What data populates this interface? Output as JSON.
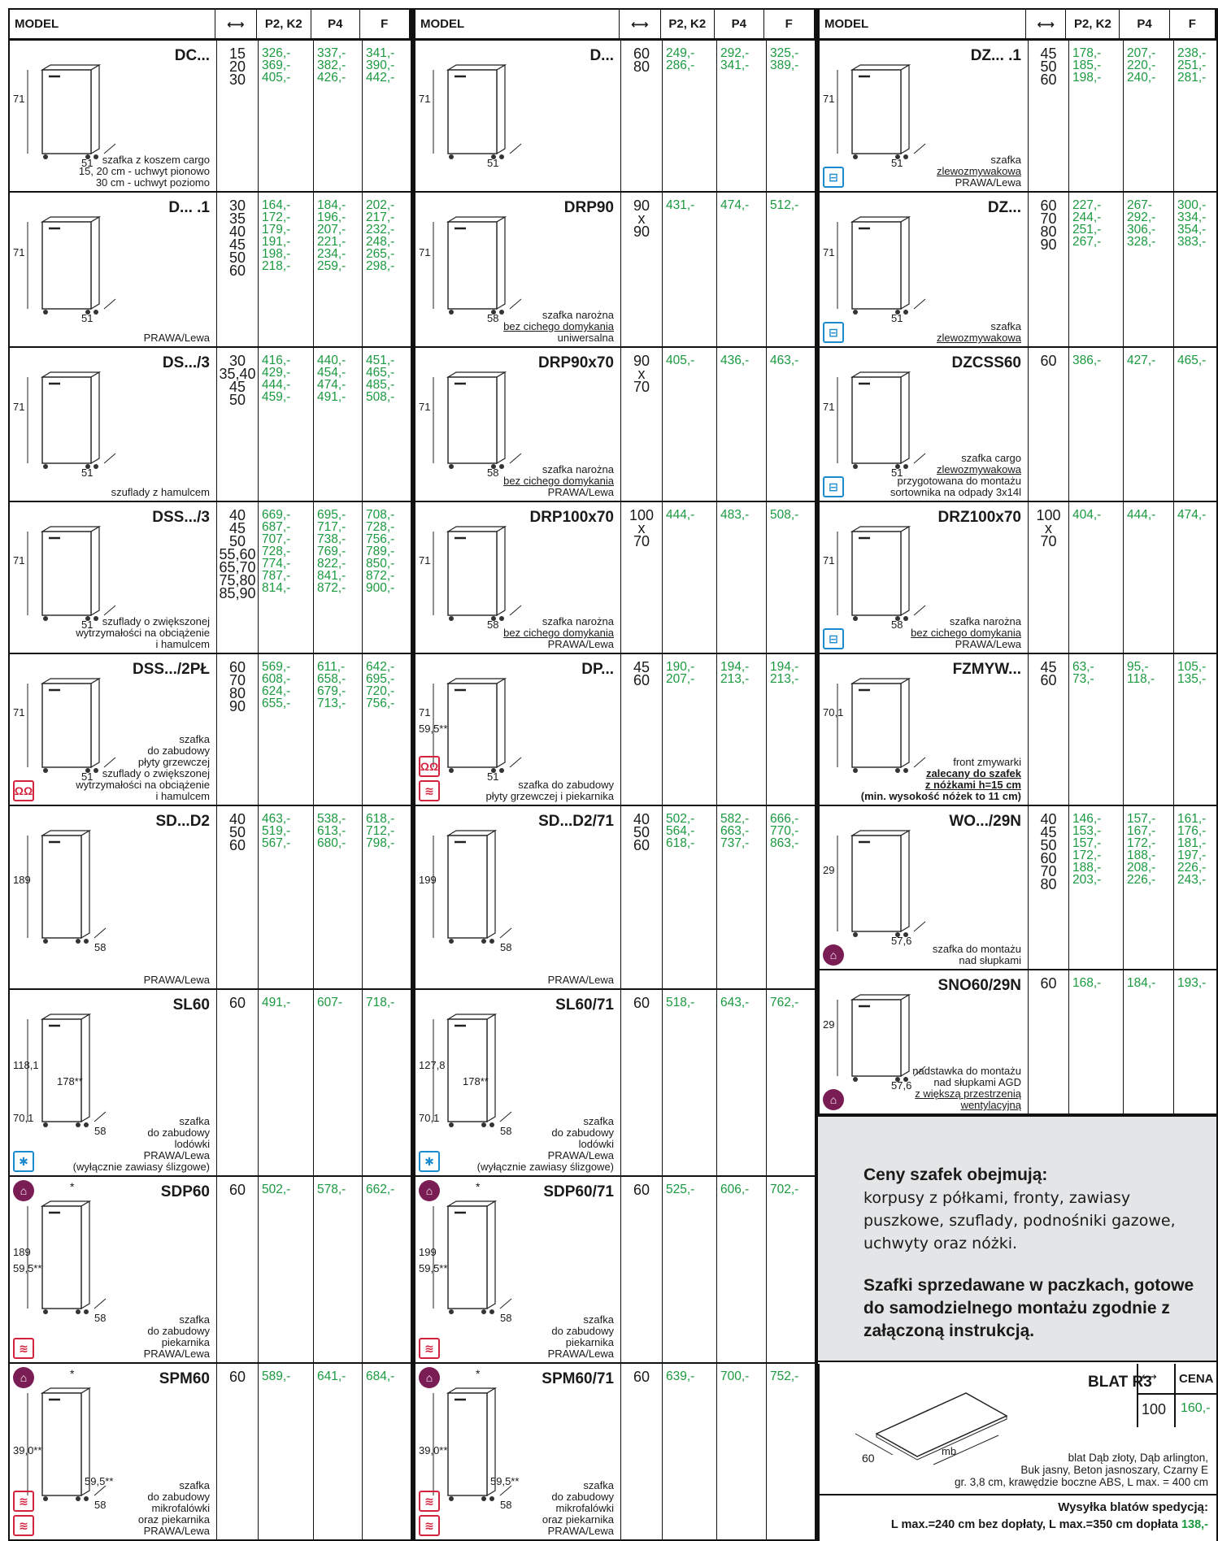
{
  "header": {
    "model": "MODEL",
    "width_icon": "width-arrows-icon",
    "price1": "P2, K2",
    "price2": "P4",
    "price3": "F"
  },
  "col1": [
    {
      "name": "DC...",
      "sizes": "15\n20\n30",
      "p1": "326,-\n369,-\n405,-",
      "p2": "337,-\n382,-\n426,-",
      "p3": "341,-\n390,-\n442,-",
      "dim_h": "71",
      "dim_d": "51",
      "desc": [
        "szafka z koszem cargo",
        "15, 20 cm - uchwyt pionowo",
        "30 cm - uchwyt poziomo"
      ]
    },
    {
      "name": "D... .1",
      "sizes": "30\n35\n40\n45\n50\n60",
      "p1": "164,-\n172,-\n179,-\n191,-\n198,-\n218,-",
      "p2": "184,-\n196,-\n207,-\n221,-\n234,-\n259,-",
      "p3": "202,-\n217,-\n232,-\n248,-\n265,-\n298,-",
      "dim_h": "71",
      "dim_d": "51",
      "desc": [
        "PRAWA/Lewa"
      ]
    },
    {
      "name": "DS.../3",
      "sizes": "30\n35,40\n45\n50",
      "p1": "416,-\n429,-\n444,-\n459,-",
      "p2": "440,-\n454,-\n474,-\n491,-",
      "p3": "451,-\n465,-\n485,-\n508,-",
      "dim_h": "71",
      "dim_d": "51",
      "desc": [
        "szuflady z hamulcem"
      ]
    },
    {
      "name": "DSS.../3",
      "sizes": "40\n45\n50\n55,60\n65,70\n75,80\n85,90",
      "p1": "669,-\n687,-\n707,-\n728,-\n774,-\n787,-\n814,-",
      "p2": "695,-\n717,-\n738,-\n769,-\n822,-\n841,-\n872,-",
      "p3": "708,-\n728,-\n756,-\n789,-\n850,-\n872,-\n900,-",
      "dim_h": "71",
      "dim_d": "51",
      "desc": [
        "szuflady o zwiększonej",
        "wytrzymałości na obciążenie",
        "i hamulcem"
      ]
    },
    {
      "name": "DSS.../2PŁ",
      "sizes": "60\n70\n80\n90",
      "p1": "569,-\n608,-\n624,-\n655,-",
      "p2": "611,-\n658,-\n679,-\n713,-",
      "p3": "642,-\n695,-\n720,-\n756,-",
      "dim_h": "71",
      "dim_d": "51",
      "desc": [
        "szafka",
        "do zabudowy",
        "płyty grzewczej",
        "szuflady o zwiększonej",
        "wytrzymałości na obciążenie",
        "i hamulcem"
      ]
    },
    {
      "name": "SD...D2",
      "sizes": "40\n50\n60",
      "p1": "463,-\n519,-\n567,-",
      "p2": "538,-\n613,-\n680,-",
      "p3": "618,-\n712,-\n798,-",
      "dim_h": "189",
      "dim_d": "58",
      "desc": [
        "PRAWA/Lewa"
      ]
    },
    {
      "name": "SL60",
      "sizes": "60",
      "p1": "491,-",
      "p2": "607-",
      "p3": "718,-",
      "dim_h": "118,1",
      "dim_h2": "70,1",
      "dim_m": "178**",
      "dim_d": "58",
      "desc": [
        "szafka",
        "do zabudowy",
        "lodówki",
        "PRAWA/Lewa",
        "(wyłącznie zawiasy ślizgowe)"
      ]
    },
    {
      "name": "SDP60",
      "sizes": "60",
      "p1": "502,-",
      "p2": "578,-",
      "p3": "662,-",
      "dim_h": "189",
      "dim_m": "59,5**",
      "dim_d": "58",
      "star": "*",
      "desc": [
        "szafka",
        "do zabudowy",
        "piekarnika",
        "PRAWA/Lewa"
      ]
    },
    {
      "name": "SPM60",
      "sizes": "60",
      "p1": "589,-",
      "p2": "641,-",
      "p3": "684,-",
      "dim_m": "39,0**",
      "dim_m2": "59,5**",
      "dim_d": "58",
      "star": "*",
      "desc": [
        "szafka",
        "do zabudowy",
        "mikrofalówki",
        "oraz piekarnika",
        "PRAWA/Lewa"
      ]
    }
  ],
  "col2": [
    {
      "name": "D...",
      "sizes": "60\n80",
      "p1": "249,-\n286,-",
      "p2": "292,-\n341,-",
      "p3": "325,-\n389,-",
      "dim_h": "71",
      "dim_d": "51",
      "desc": []
    },
    {
      "name": "DRP90",
      "sizes": "90\nx\n90",
      "p1": "431,-",
      "p2": "474,-",
      "p3": "512,-",
      "dim_h": "71",
      "dim_d": "58",
      "desc": [
        "szafka narożna",
        "bez cichego domykania",
        "uniwersalna"
      ]
    },
    {
      "name": "DRP90x70",
      "sizes": "90\nx\n70",
      "p1": "405,-",
      "p2": "436,-",
      "p3": "463,-",
      "dim_h": "71",
      "dim_d": "58",
      "desc": [
        "szafka narożna",
        "bez cichego domykania",
        "PRAWA/Lewa"
      ]
    },
    {
      "name": "DRP100x70",
      "sizes": "100\nx\n70",
      "p1": "444,-",
      "p2": "483,-",
      "p3": "508,-",
      "dim_h": "71",
      "dim_d": "58",
      "desc": [
        "szafka narożna",
        "bez cichego domykania",
        "PRAWA/Lewa"
      ]
    },
    {
      "name": "DP...",
      "sizes": "45\n60",
      "p1": "190,-\n207,-",
      "p2": "194,-\n213,-",
      "p3": "194,-\n213,-",
      "dim_h": "71",
      "dim_m": "59,5**",
      "dim_d": "51",
      "desc": [
        "szafka do zabudowy",
        "płyty grzewczej i piekarnika"
      ]
    },
    {
      "name": "SD...D2/71",
      "sizes": "40\n50\n60",
      "p1": "502,-\n564,-\n618,-",
      "p2": "582,-\n663,-\n737,-",
      "p3": "666,-\n770,-\n863,-",
      "dim_h": "199",
      "dim_d": "58",
      "desc": [
        "PRAWA/Lewa"
      ]
    },
    {
      "name": "SL60/71",
      "sizes": "60",
      "p1": "518,-",
      "p2": "643,-",
      "p3": "762,-",
      "dim_h": "127,8",
      "dim_h2": "70,1",
      "dim_m": "178**",
      "dim_d": "58",
      "desc": [
        "szafka",
        "do zabudowy",
        "lodówki",
        "PRAWA/Lewa",
        "(wyłącznie zawiasy ślizgowe)"
      ]
    },
    {
      "name": "SDP60/71",
      "sizes": "60",
      "p1": "525,-",
      "p2": "606,-",
      "p3": "702,-",
      "dim_h": "199",
      "dim_m": "59,5**",
      "dim_d": "58",
      "star": "*",
      "desc": [
        "szafka",
        "do zabudowy",
        "piekarnika",
        "PRAWA/Lewa"
      ]
    },
    {
      "name": "SPM60/71",
      "sizes": "60",
      "p1": "639,-",
      "p2": "700,-",
      "p3": "752,-",
      "dim_m": "39,0**",
      "dim_m2": "59,5**",
      "dim_d": "58",
      "star": "*",
      "desc": [
        "szafka",
        "do zabudowy",
        "mikrofalówki",
        "oraz piekarnika",
        "PRAWA/Lewa"
      ]
    }
  ],
  "col3": [
    {
      "name": "DZ... .1",
      "sizes": "45\n50\n60",
      "p1": "178,-\n185,-\n198,-",
      "p2": "207,-\n220,-\n240,-",
      "p3": "238,-\n251,-\n281,-",
      "dim_h": "71",
      "dim_d": "51",
      "desc": [
        "szafka",
        "zlewozmywakowa",
        "PRAWA/Lewa"
      ]
    },
    {
      "name": "DZ...",
      "sizes": "60\n70\n80\n90",
      "p1": "227,-\n244,-\n251,-\n267,-",
      "p2": "267-\n292,-\n306,-\n328,-",
      "p3": "300,-\n334,-\n354,-\n383,-",
      "dim_h": "71",
      "dim_d": "51",
      "desc": [
        "szafka",
        "zlewozmywakowa"
      ]
    },
    {
      "name": "DZCSS60",
      "sizes": "60",
      "p1": "386,-",
      "p2": "427,-",
      "p3": "465,-",
      "dim_h": "71",
      "dim_d": "51",
      "desc": [
        "szafka cargo",
        "zlewozmywakowa",
        "przygotowana do montażu",
        "sortownika na odpady 3x14l"
      ]
    },
    {
      "name": "DRZ100x70",
      "sizes": "100\nx\n70",
      "p1": "404,-",
      "p2": "444,-",
      "p3": "474,-",
      "dim_h": "71",
      "dim_d": "58",
      "desc": [
        "szafka narożna",
        "bez cichego domykania",
        "PRAWA/Lewa"
      ]
    },
    {
      "name": "FZMYW...",
      "sizes": "45\n60",
      "p1": "63,-\n73,-",
      "p2": "95,-\n118,-",
      "p3": "105,-\n135,-",
      "dim_h": "70,1",
      "desc": [
        "front zmywarki",
        "zalecany do szafek",
        "z nóżkami h=15 cm",
        "(min. wysokość nóżek to 11 cm)"
      ]
    },
    {
      "name": "WO.../29N",
      "sizes": "40\n45\n50\n60\n70\n80",
      "p1": "146,-\n153,-\n157,-\n172,-\n188,-\n203,-",
      "p2": "157,-\n167,-\n172,-\n188,-\n208,-\n226,-",
      "p3": "161,-\n176,-\n181,-\n197,-\n226,-\n243,-",
      "dim_h": "29",
      "dim_d": "57,6",
      "desc": [
        "szafka do montażu",
        "nad słupkami"
      ]
    },
    {
      "name": "SNO60/29N",
      "sizes": "60",
      "p1": "168,-",
      "p2": "184,-",
      "p3": "193,-",
      "dim_h": "29",
      "dim_d": "57,6",
      "desc": [
        "nadstawka do montażu",
        "nad słupkami AGD",
        "z większą przestrzenią",
        "wentylacyjną"
      ]
    }
  ],
  "note": {
    "title": "Ceny szafek obejmują:",
    "body": "korpusy z półkami, fronty, zawiasy puszkowe, szuflady, podnośniki gazowe, uchwyty oraz nóżki.",
    "bold": "Szafki sprzedawane w paczkach, gotowe do samodzielnego montażu zgodnie z załączoną instrukcją."
  },
  "blat": {
    "name": "BLAT R3",
    "price_header": "CENA",
    "size": "100",
    "price": "160,-",
    "dim_w": "60",
    "dim_l": "mb",
    "desc": [
      "blat Dąb złoty, Dąb arlington,",
      "Buk jasny, Beton jasnoszary, Czarny E",
      "gr. 3,8 cm, krawędzie boczne ABS, L max. = 400 cm"
    ],
    "ship_title": "Wysyłka blatów spedycją:",
    "ship_text": "L max.=240 cm bez dopłaty, L max.=350 cm dopłata",
    "ship_price": "138,-"
  },
  "colors": {
    "price": "#1a9a3f",
    "badge_red": "#d4233f",
    "badge_blue": "#1b8bd0",
    "badge_purple": "#7a1d54",
    "note_bg": "#e4e5e6"
  }
}
